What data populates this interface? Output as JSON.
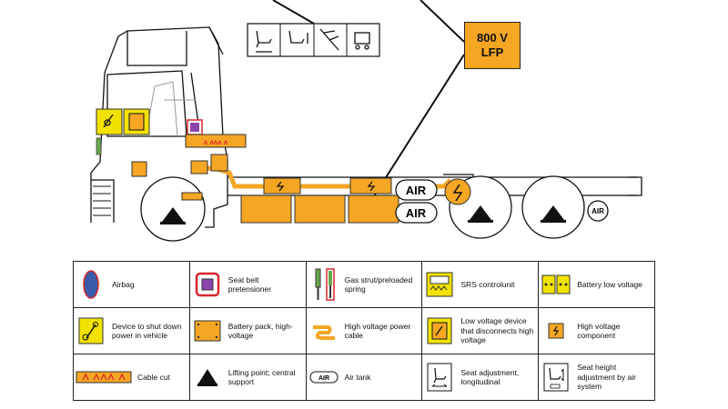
{
  "battery_spec": {
    "voltage": "800 V",
    "chemistry": "LFP"
  },
  "air_tank_labels": [
    "AIR",
    "AIR",
    "AIR"
  ],
  "colors": {
    "orange": "#f5a623",
    "yellow": "#f2e200",
    "purple": "#8e44ad",
    "red": "#d9262b",
    "airbag_blue": "#3a5ba8",
    "green": "#6aa84f"
  },
  "icons_top": [
    "seat-adjust-longitudinal-icon",
    "seat-height-air-icon",
    "steering-wheel-adjust-icon",
    "seat-tilt-icon"
  ],
  "legend": [
    {
      "name": "airbag",
      "label": "Airbag"
    },
    {
      "name": "seat-belt-pretensioner",
      "label": "Seat belt pretensioner"
    },
    {
      "name": "gas-strut",
      "label": "Gas strut/preloaded spring"
    },
    {
      "name": "srs-control-unit",
      "label": "SRS controlunit"
    },
    {
      "name": "battery-low-voltage",
      "label": "Battery low voltage"
    },
    {
      "name": "shutdown-device",
      "label": "Device to shut down power in vehicle"
    },
    {
      "name": "battery-pack-hv",
      "label": "Battery pack, high-voltage"
    },
    {
      "name": "hv-power-cable",
      "label": "High voltage power cable"
    },
    {
      "name": "lv-disconnect-device",
      "label": "Low voltage device that disconnects high voltage"
    },
    {
      "name": "hv-component",
      "label": "High voltage component"
    },
    {
      "name": "cable-cut",
      "label": "Cable cut"
    },
    {
      "name": "lifting-point",
      "label": "Lifting point; central support"
    },
    {
      "name": "air-tank",
      "label": "Air tank",
      "symbol_text": "AIR"
    },
    {
      "name": "seat-adjust-long",
      "label": "Seat adjustment, longitudinal"
    },
    {
      "name": "seat-height-air",
      "label": "Seat height adjustment by air system"
    }
  ]
}
